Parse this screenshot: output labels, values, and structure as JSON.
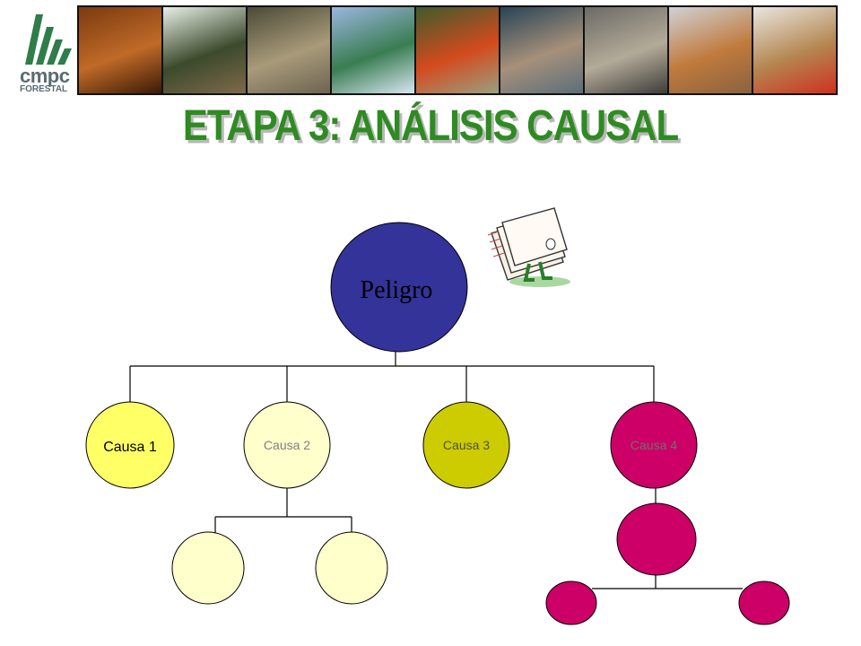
{
  "logo": {
    "line1": "cmpc",
    "line2": "FORESTAL"
  },
  "banner": {
    "photos": [
      {
        "name": "pine-cone-photo",
        "colors": [
          "#7a3a10",
          "#c06a28",
          "#3b1a06"
        ]
      },
      {
        "name": "forest-road-photo",
        "colors": [
          "#e8efe6",
          "#3c4a2c",
          "#7e6a4a"
        ]
      },
      {
        "name": "deer-photo",
        "colors": [
          "#4b4a36",
          "#a89a7a",
          "#6d6450"
        ]
      },
      {
        "name": "seedlings-photo",
        "colors": [
          "#9bb6e0",
          "#3a7d52",
          "#d8e6f2"
        ]
      },
      {
        "name": "workers-photo",
        "colors": [
          "#3f5b2c",
          "#d44a1e",
          "#9aa080"
        ]
      },
      {
        "name": "logs-photo",
        "colors": [
          "#274456",
          "#a6907a",
          "#5b6e7a"
        ]
      },
      {
        "name": "sawmill-photo",
        "colors": [
          "#6c6a66",
          "#b3aa98",
          "#3e3c3a"
        ]
      },
      {
        "name": "lumber-yard-photo",
        "colors": [
          "#cfd2d6",
          "#c07a3c",
          "#8a6240"
        ]
      },
      {
        "name": "forklift-photo",
        "colors": [
          "#e8e6e0",
          "#b48650",
          "#d03020"
        ]
      }
    ]
  },
  "title": "ETAPA 3: ANÁLISIS CAUSAL",
  "diagram": {
    "root": {
      "label": "Peligro",
      "color": "#333399"
    },
    "causes": [
      {
        "label": "Causa 1",
        "color": "#ffff66",
        "text_color": "#000000"
      },
      {
        "label": "Causa 2",
        "color": "#ffffcc",
        "text_color": "#808080"
      },
      {
        "label": "Causa 3",
        "color": "#cccc00",
        "text_color": "#505050"
      },
      {
        "label": "Causa 4",
        "color": "#cc0066",
        "text_color": "#707070"
      }
    ],
    "subcause_colors": {
      "causa2": "#ffffcc",
      "causa4": "#cc0066"
    },
    "line_color": "#000000"
  },
  "clipart": {
    "name": "person-with-documents-clipart"
  }
}
